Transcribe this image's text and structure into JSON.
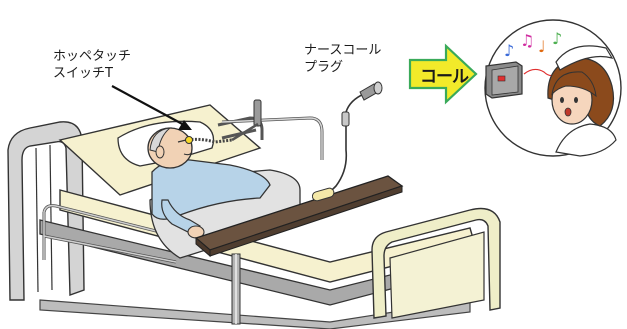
{
  "labels": {
    "switch_line1": "ホッペタッチ",
    "switch_line2": "スイッチT",
    "nurse_call_line1": "ナースコール",
    "nurse_call_line2": "プラグ",
    "arrow_text": "コール"
  },
  "colors": {
    "arrow_fill": "#f2ea2a",
    "arrow_stroke": "#3aaa5a",
    "bed_frame": "#c9c9c9",
    "mattress": "#f6f1cf",
    "table_top": "#6b5340",
    "patient_shirt": "#b7d3e8",
    "nurse_hair": "#8b4a1c",
    "call_panel": "#8a8a8a",
    "call_button": "#e03030"
  },
  "icons": [
    "hospital-bed-illustration",
    "patient-illustration",
    "overbed-table",
    "nurse-call-cable",
    "call-arrow-icon",
    "call-panel-icon",
    "nurse-illustration",
    "music-notes-icon"
  ]
}
